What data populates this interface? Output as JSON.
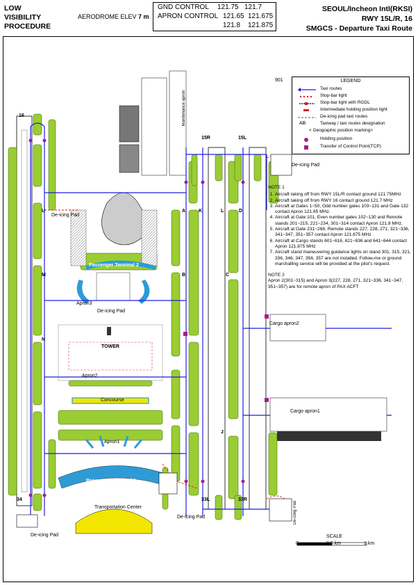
{
  "header": {
    "left_lines": [
      "LOW",
      "VISIBILITY",
      "PROCEDURE"
    ],
    "elevation_label": "AERODROME ELEV",
    "elevation_value": "7 m",
    "gnd_label": "GND CONTROL",
    "gnd_freq_1": "121.75",
    "gnd_freq_2": "121.7",
    "apron_label": "APRON CONTROL",
    "apron_freq_1": "121.65",
    "apron_freq_2": "121.675",
    "apron_freq_3": "121.8",
    "apron_freq_4": "121.875",
    "airport": "SEOUL/Incheon Intl(RKSI)",
    "runway": "RWY 15L/R, 16",
    "chart_title": "SMGCS - Departure Taxi Route"
  },
  "legend": {
    "title": "LEGEND",
    "items": [
      "Taxi routes",
      "Stop-bar light",
      "Stop-bar light with RGDL",
      "Intermediate holding position light",
      "De-icing pad taxi routes",
      "Taxiway / taxi routes designation",
      "< Geographic position marking>",
      "Holding position",
      "Transfer of Control Point(TCP)"
    ],
    "designation_symbol": "AB"
  },
  "notes": {
    "note1_title": "NOTE 1",
    "note1_items": [
      "Aircraft taking off from RWY 15L/R contact ground 121.75MHz",
      "Aircraft taking off from RWY 16 contact ground 121.7 MHz",
      "Aircraft at Gates 1~50, Odd number gates 103~131 and Gate 132 contact Apron 121.65 MHz.",
      "Aircraft at Gate 101, Even number gates 102~130 and Remote stands 201~215, 221~234, 301~314 contact Apron 121.8 MHz.",
      "Aircraft at Gate 231~268, Remote stands 227, 228, 271, 321~336, 341~347, 351~357 contact Apron 121.675 MHz",
      "Aircraft at Cargo stands 601~616, 621~636 and 641~644 contact Apron 121.875 MHz",
      "Aircraft stand maneuvering guidance lights on stand 301, 315, 321, 336, 346, 347, 356, 357 are not installed. Follow-me or ground marshalling service will be provided at the pilot's request."
    ],
    "note2_title": "NOTE 2",
    "note2_text": "Apron 2(301~315) and Apron 3(227, 228, 271, 321~336, 341~347, 351~357) are for remote apron of PAX ACFT"
  },
  "labels": {
    "runway_15r": "15R",
    "runway_15l": "15L",
    "runway_16": "16",
    "runway_33l": "33L",
    "runway_33r": "33R",
    "runway_34": "34",
    "deicing": "De-icing Pad",
    "passenger_terminal_2": "Passenger Terminal 2",
    "passenger_terminal_1": "Passenger Terminal 1",
    "concourse": "Concourse",
    "transportation_center": "Transportation Center",
    "tower": "TOWER",
    "apron1": "Apron1",
    "apron2": "Apron2",
    "apron3": "Apron3",
    "cargo_apron1": "Cargo apron1",
    "cargo_apron2": "Cargo apron2",
    "maintenance_apron": "Maintenance apron",
    "stand_901": "901",
    "twy_a": "A",
    "twy_b": "B",
    "twy_c": "C",
    "twy_d": "D",
    "twy_j": "J",
    "twy_k": "K",
    "twy_l": "L",
    "twy_m": "M",
    "twy_n": "N",
    "twy_u": "U"
  },
  "scale": {
    "title": "SCALE",
    "tick_0": "0",
    "tick_1": "0.5 km",
    "tick_2": "1 km"
  },
  "colors": {
    "grass": "#9ACD32",
    "taxi_route": "#1E1EDC",
    "deice_route": "#D21E1E",
    "terminal": "#2E9BD6",
    "transport": "#F2E600",
    "holding": "#A0208C"
  }
}
